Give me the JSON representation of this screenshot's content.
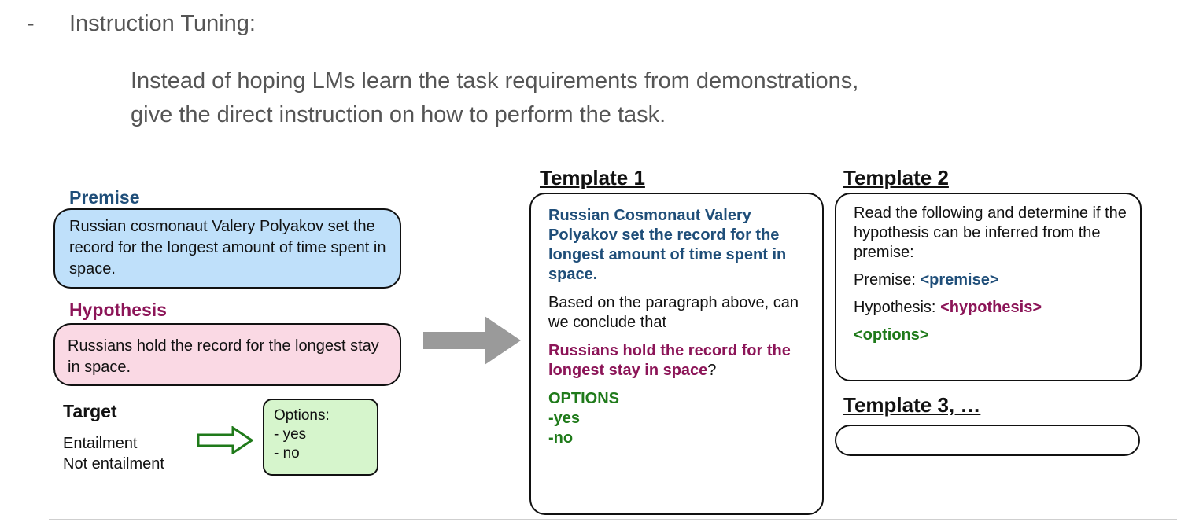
{
  "bullet": {
    "dash": "-",
    "text": "Instruction Tuning:"
  },
  "description": {
    "line1": "Instead of hoping LMs learn the task requirements from demonstrations,",
    "line2": "give the direct instruction on how to perform the task."
  },
  "left": {
    "premise_label": "Premise",
    "premise_text": "Russian cosmonaut Valery Polyakov set the record for the longest amount of time spent in space.",
    "hypothesis_label": "Hypothesis",
    "hypothesis_text": "Russians hold the record for the longest stay in space.",
    "target_label": "Target",
    "target_items": [
      "Entailment",
      "Not entailment"
    ],
    "options_title": "Options:",
    "options_items": [
      "- yes",
      "- no"
    ]
  },
  "template1": {
    "title": "Template 1",
    "premise": "Russian Cosmonaut Valery Polyakov set the record for the longest amount of time spent in space.",
    "question": "Based on the paragraph above, can we conclude that",
    "hypothesis": "Russians hold the record for the longest stay in space",
    "qmark": "?",
    "options_header": "OPTIONS",
    "options": [
      "-yes",
      "-no"
    ]
  },
  "template2": {
    "title": "Template 2",
    "instruction": "Read the following and determine if the hypothesis can be inferred from the premise:",
    "premise_prefix": "Premise: ",
    "premise_placeholder": "<premise>",
    "hypothesis_prefix": "Hypothesis: ",
    "hypothesis_placeholder": "<hypothesis>",
    "options_placeholder": "<options>"
  },
  "template3": {
    "title": "Template 3, …"
  },
  "colors": {
    "premise": "#1f4e79",
    "hypothesis": "#8c1558",
    "options": "#1f7a1a",
    "premise_fill": "#bfe0fa",
    "hypothesis_fill": "#fad9e4",
    "options_fill": "#d6f5cc",
    "arrow_grey": "#9a9a9a"
  }
}
